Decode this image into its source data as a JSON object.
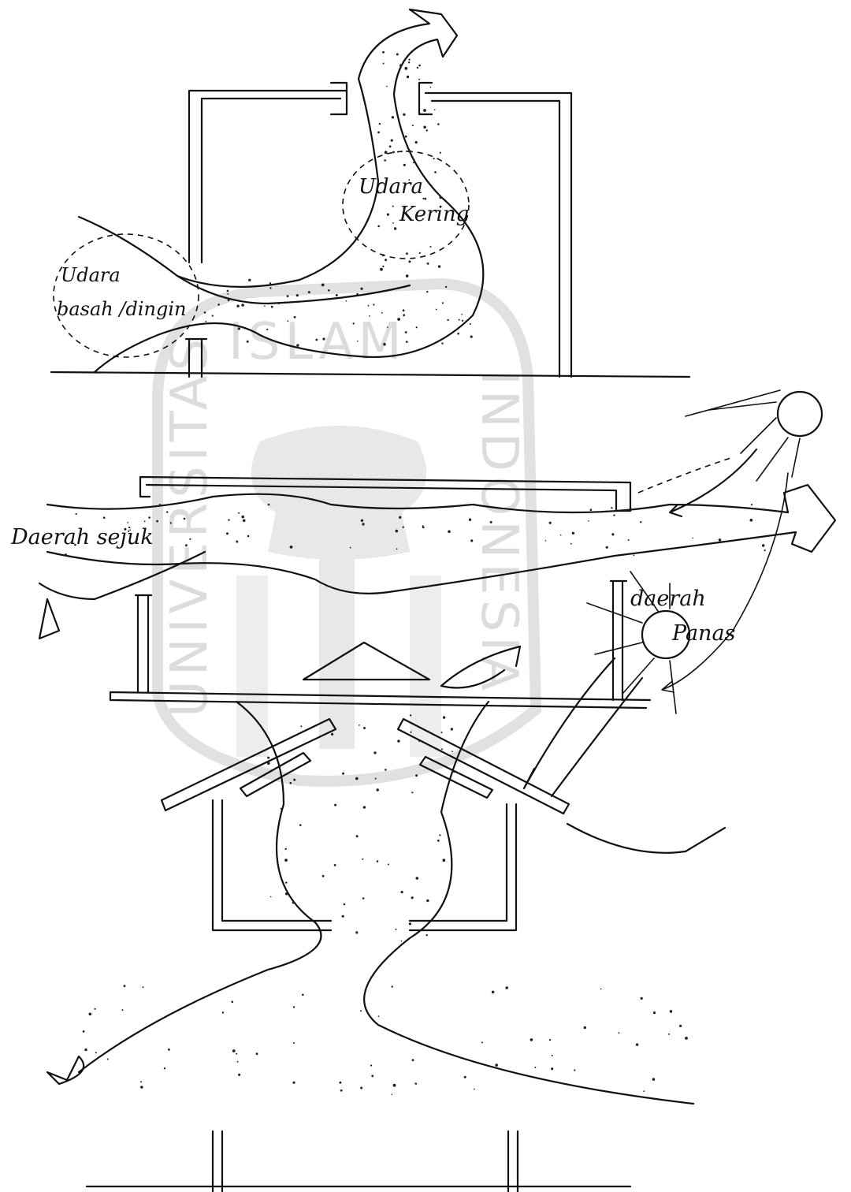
{
  "watermark": {
    "top": "ISLAM",
    "left": "UNIVERSITAS",
    "right": "INDONESIA"
  },
  "panel1": {
    "label_dry": [
      "Udara",
      "Kering"
    ],
    "label_wet": [
      "Udara",
      "basah /dingin"
    ]
  },
  "panel2": {
    "label_cool": "Daerah sejuk",
    "label_hot": [
      "daerah",
      "Panas"
    ]
  },
  "colors": {
    "ink": "#111111",
    "paper": "#ffffff",
    "watermark": "#d9d9d9"
  }
}
